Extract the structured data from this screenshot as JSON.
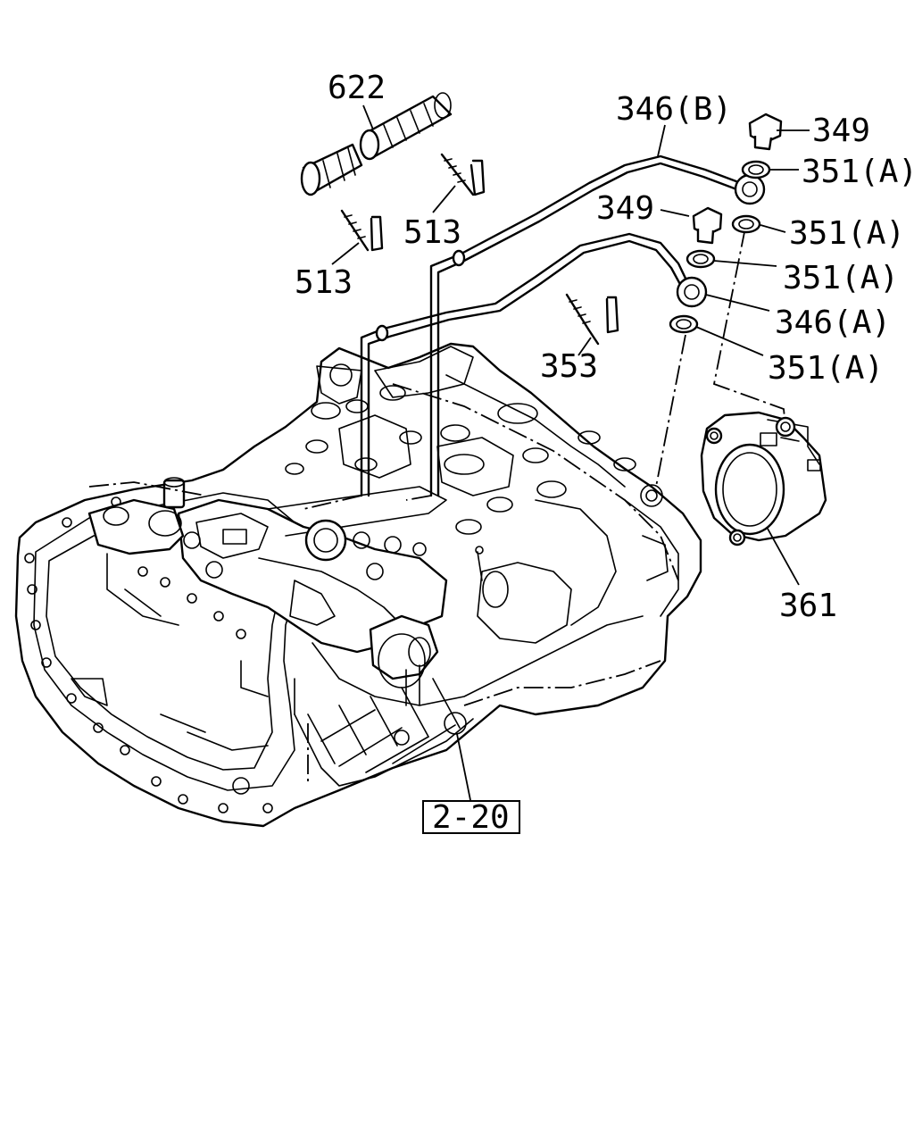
{
  "callouts": {
    "c622": "622",
    "c346b": "346(B)",
    "c349_top": "349",
    "c351a_1": "351(A)",
    "c349_mid": "349",
    "c351a_2": "351(A)",
    "c513_right": "513",
    "c513_left": "513",
    "c351a_3": "351(A)",
    "c346a": "346(A)",
    "c353": "353",
    "c351a_4": "351(A)",
    "c361": "361"
  },
  "reference_box": "2-20"
}
